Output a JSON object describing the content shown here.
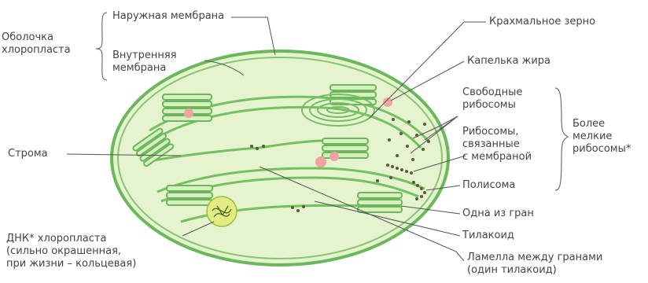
{
  "labels": {
    "envelope": [
      "Оболочка",
      "хлоропласта"
    ],
    "outer_membrane": "Наружная мембрана",
    "inner_membrane": [
      "Внутренняя",
      "мембрана"
    ],
    "stroma": "Строма",
    "dna": [
      "ДНК* хлоропласта",
      "(сильно окрашенная,",
      "при жизни – кольцевая)"
    ],
    "starch_grain": "Крахмальное зерно",
    "lipid_droplet": "Капелька жира",
    "free_ribosomes": [
      "Свободные",
      "рибосомы"
    ],
    "bound_ribosomes": [
      "Рибосомы,",
      "связанные",
      "с мембраной"
    ],
    "smaller_ribosomes": [
      "Более",
      "мелкие",
      "рибосомы*"
    ],
    "polysome": "Полисома",
    "granum": "Одна из гран",
    "thylakoid": "Тилакоид",
    "lamella": [
      "Ламелла между гранами",
      "(один тилакоид)"
    ]
  },
  "colors": {
    "membrane": "#6ab85a",
    "stroma_fill": "#e6f3cf",
    "thylakoid": "#74c063",
    "lipid": "#f0a3a3",
    "dna_fill": "#e2ec82",
    "dots": "#5a5a3a",
    "leader": "#555555"
  }
}
